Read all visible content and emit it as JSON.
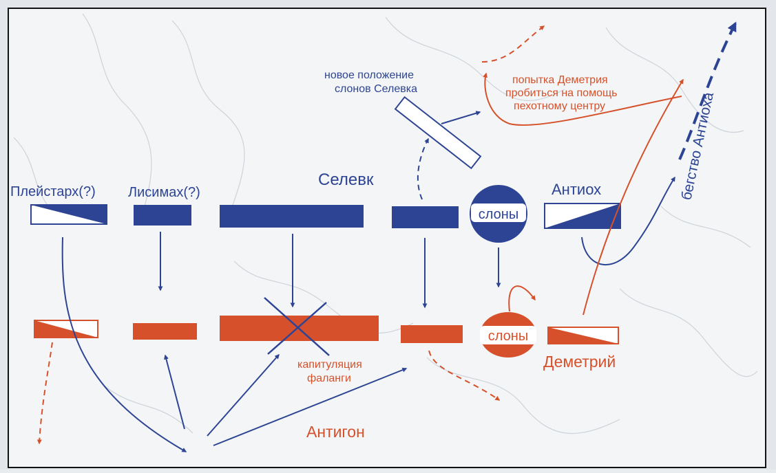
{
  "colors": {
    "blue": "#2d4494",
    "red": "#d6512b",
    "frame": "#111111",
    "paper": "#f3f5f6",
    "map_lines": "#c9d0d7"
  },
  "labels": {
    "pleistarch": "Плейстарх(?)",
    "lysimachus": "Лисимах(?)",
    "seleucus": "Селевк",
    "antiochus": "Антиох",
    "elephants_blue": "слоны",
    "elephants_red": "слоны",
    "demetrius": "Деметрий",
    "antigonus": "Антигон",
    "new_position_line1": "новое положение",
    "new_position_line2": "слонов Селевка",
    "attempt_line1": "попытка Деметрия",
    "attempt_line2": "пробиться на помощь",
    "attempt_line3": "пехотному центру",
    "capitulation_line1": "капитуляция",
    "capitulation_line2": "фаланги",
    "flight_antiochus": "бегство Антиоха"
  }
}
